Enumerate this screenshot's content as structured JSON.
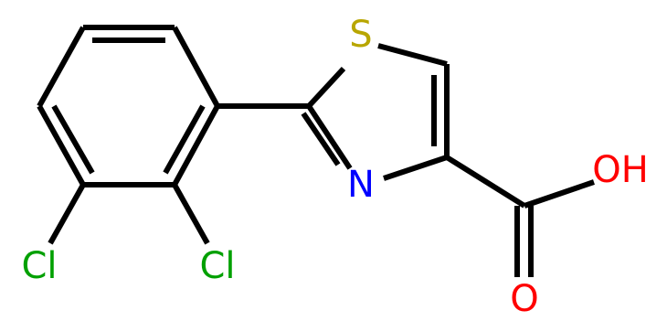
{
  "molecule": {
    "atoms": {
      "sulfur": {
        "symbol": "S",
        "color": "#b8a600"
      },
      "nitrogen": {
        "symbol": "N",
        "color": "#0000ff"
      },
      "hydroxyl": {
        "symbol": "OH",
        "color": "#ff0000"
      },
      "carbonyl_oxygen": {
        "symbol": "O",
        "color": "#ff0000"
      },
      "chlorine_left": {
        "symbol": "Cl",
        "color": "#00a000"
      },
      "chlorine_right": {
        "symbol": "Cl",
        "color": "#00a000"
      }
    },
    "bond_color": "#000000"
  }
}
